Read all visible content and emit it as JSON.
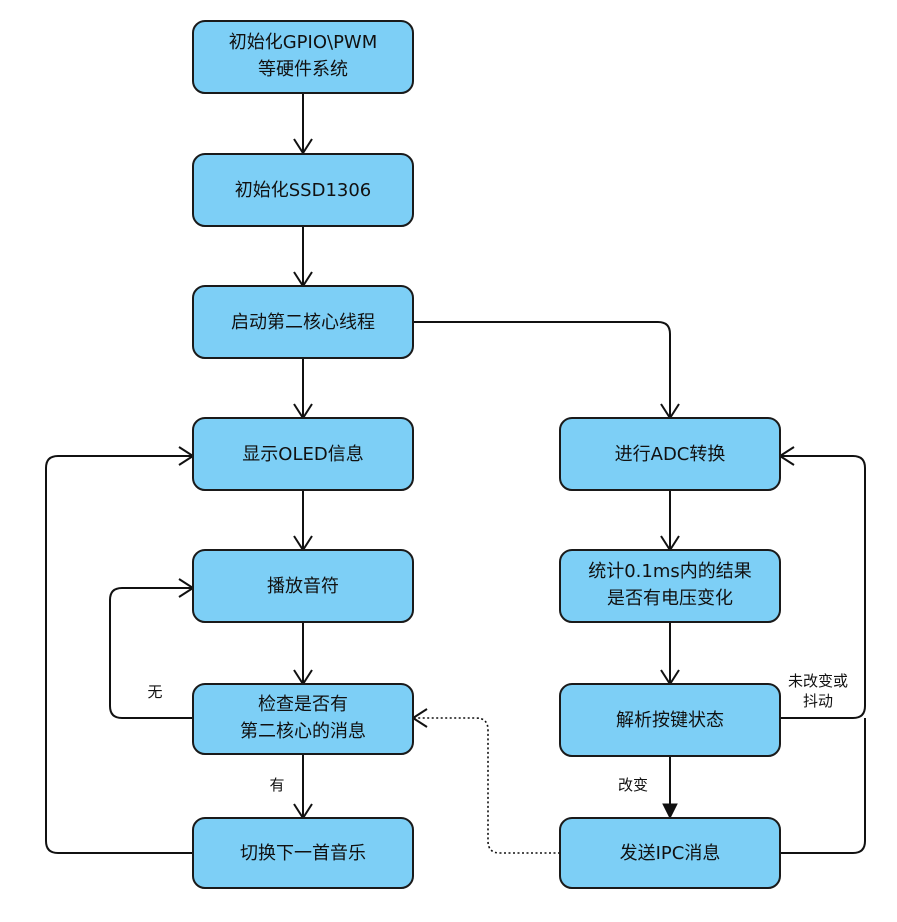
{
  "nodes": {
    "init_hw": [
      "初始化GPIO\\PWM",
      "等硬件系统"
    ],
    "init_ssd": [
      "初始化SSD1306"
    ],
    "start_core": [
      "启动第二核心线程"
    ],
    "show_oled": [
      "显示OLED信息"
    ],
    "play_note": [
      "播放音符"
    ],
    "check_msg": [
      "检查是否有",
      "第二核心的消息"
    ],
    "switch_song": [
      "切换下一首音乐"
    ],
    "adc": [
      "进行ADC转换"
    ],
    "stats": [
      "统计0.1ms内的结果",
      "是否有电压变化"
    ],
    "parse_key": [
      "解析按键状态"
    ],
    "send_ipc": [
      "发送IPC消息"
    ]
  },
  "edge_labels": {
    "no": "无",
    "yes": "有",
    "changed": "改变",
    "unchanged": [
      "未改变或",
      "抖动"
    ]
  }
}
